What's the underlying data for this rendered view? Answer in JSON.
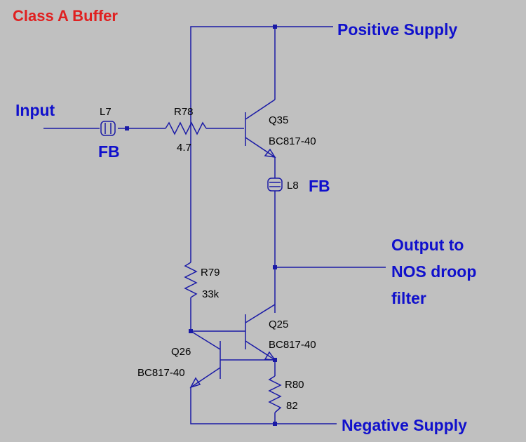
{
  "title": "Class A Buffer",
  "colors": {
    "title": "#e02020",
    "net_label": "#1010cc",
    "wire": "#1a1aa6",
    "component_text": "#000000",
    "background": "#c0c0c0"
  },
  "net_labels": {
    "positive_supply": "Positive Supply",
    "input": "Input",
    "output_line1": "Output to",
    "output_line2": "NOS droop",
    "output_line3": "filter",
    "negative_supply": "Negative Supply"
  },
  "ferrite_labels": {
    "l7_note": "FB",
    "l8_note": "FB"
  },
  "components": {
    "l7": {
      "ref": "L7"
    },
    "l8": {
      "ref": "L8"
    },
    "r78": {
      "ref": "R78",
      "value": "4.7"
    },
    "r79": {
      "ref": "R79",
      "value": "33k"
    },
    "r80": {
      "ref": "R80",
      "value": "82"
    },
    "q35": {
      "ref": "Q35",
      "part": "BC817-40"
    },
    "q25": {
      "ref": "Q25",
      "part": "BC817-40"
    },
    "q26": {
      "ref": "Q26",
      "part": "BC817-40"
    }
  }
}
